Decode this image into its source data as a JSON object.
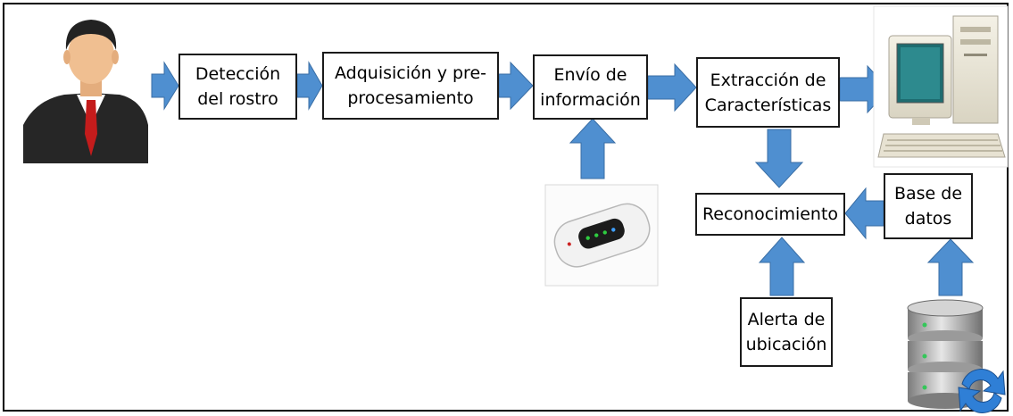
{
  "diagram": {
    "boxes": {
      "face_detection": "Detección\ndel rostro",
      "acquisition": "Adquisición y pre-\nprocesamiento",
      "send_info": "Envío de\ninformación",
      "feature_extraction": "Extracción de\nCaracterísticas",
      "recognition": "Reconocimiento",
      "database": "Base de\ndatos",
      "location_alert": "Alerta de\nubicación"
    },
    "icons": {
      "person": "person-icon",
      "modem": "mobile-wifi-modem-icon",
      "computer": "desktop-computer-icon",
      "database": "database-sync-icon"
    },
    "colors": {
      "arrow_fill": "#4f8fd0",
      "arrow_stroke": "#3a6ea5",
      "box_border": "#1a1a1a"
    }
  }
}
